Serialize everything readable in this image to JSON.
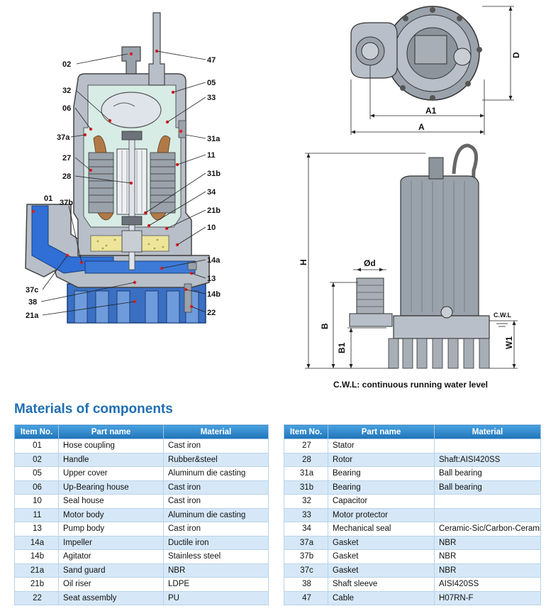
{
  "diagram": {
    "labels_left": [
      "02",
      "47",
      "05",
      "32",
      "33",
      "06",
      "37a",
      "31a",
      "27",
      "11",
      "28",
      "31b",
      "01",
      "37b",
      "34",
      "21b",
      "10",
      "14a",
      "37c",
      "13",
      "38",
      "14b",
      "21a",
      "22"
    ],
    "dims_top": {
      "a1": "A1",
      "a": "A",
      "d": "D"
    },
    "dims_side": {
      "h": "H",
      "b": "B",
      "b1": "B1",
      "w1": "W1",
      "phid": "Ød",
      "cwl": "C.W.L"
    },
    "caption": "C.W.L: continuous running water level"
  },
  "section_title": "Materials of components",
  "table": {
    "headers": [
      "Item No.",
      "Part name",
      "Material"
    ],
    "left": [
      [
        "01",
        "Hose coupling",
        "Cast iron"
      ],
      [
        "02",
        "Handle",
        "Rubber&steel"
      ],
      [
        "05",
        "Upper cover",
        "Aluminum die casting"
      ],
      [
        "06",
        "Up-Bearing house",
        "Cast iron"
      ],
      [
        "10",
        "Seal house",
        "Cast iron"
      ],
      [
        "11",
        "Motor body",
        "Aluminum die casting"
      ],
      [
        "13",
        "Pump body",
        "Cast iron"
      ],
      [
        "14a",
        "Impeller",
        "Ductile iron"
      ],
      [
        "14b",
        "Agitator",
        "Stainless steel"
      ],
      [
        "21a",
        "Sand guard",
        "NBR"
      ],
      [
        "21b",
        "Oil riser",
        "LDPE"
      ],
      [
        "22",
        "Seat assembly",
        "PU"
      ]
    ],
    "right": [
      [
        "27",
        "Stator",
        ""
      ],
      [
        "28",
        "Rotor",
        "Shaft:AISI420SS"
      ],
      [
        "31a",
        "Bearing",
        "Ball bearing"
      ],
      [
        "31b",
        "Bearing",
        "Ball bearing"
      ],
      [
        "32",
        "Capacitor",
        ""
      ],
      [
        "33",
        "Motor protector",
        ""
      ],
      [
        "34",
        "Mechanical seal",
        "Ceramic-Sic/Carbon-Ceramic"
      ],
      [
        "37a",
        "Gasket",
        "NBR"
      ],
      [
        "37b",
        "Gasket",
        "NBR"
      ],
      [
        "37c",
        "Gasket",
        "NBR"
      ],
      [
        "38",
        "Shaft sleeve",
        "AISI420SS"
      ],
      [
        "47",
        "Cable",
        "H07RN-F"
      ]
    ]
  }
}
